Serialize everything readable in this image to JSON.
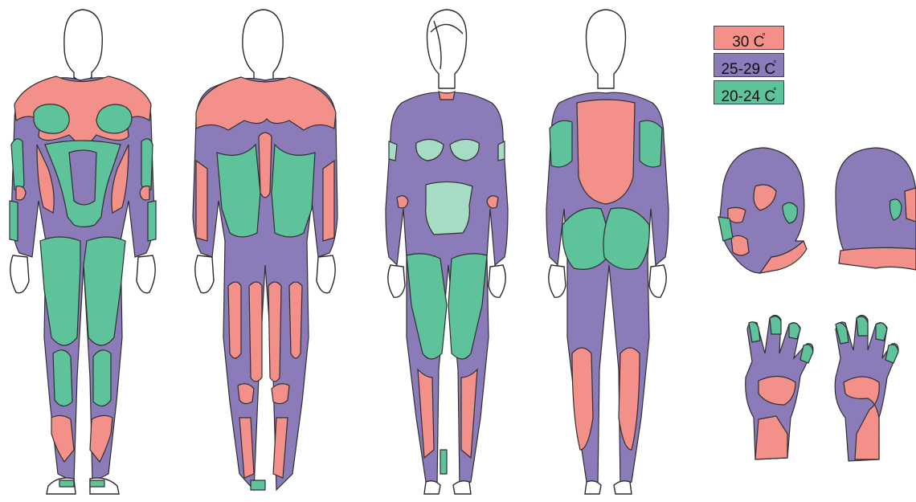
{
  "legend": {
    "items": [
      {
        "label": "30 C",
        "color": "#f4908a"
      },
      {
        "label": "25-29 C",
        "color": "#8b7bb8"
      },
      {
        "label": "20-24 C",
        "color": "#5ec29b"
      }
    ],
    "degree_mark": "°"
  },
  "colors": {
    "warm": "#f4908a",
    "mid": "#8b7bb8",
    "cool": "#5ec29b",
    "cool_light": "#a7dcc4",
    "outline": "#2a2a2a"
  }
}
